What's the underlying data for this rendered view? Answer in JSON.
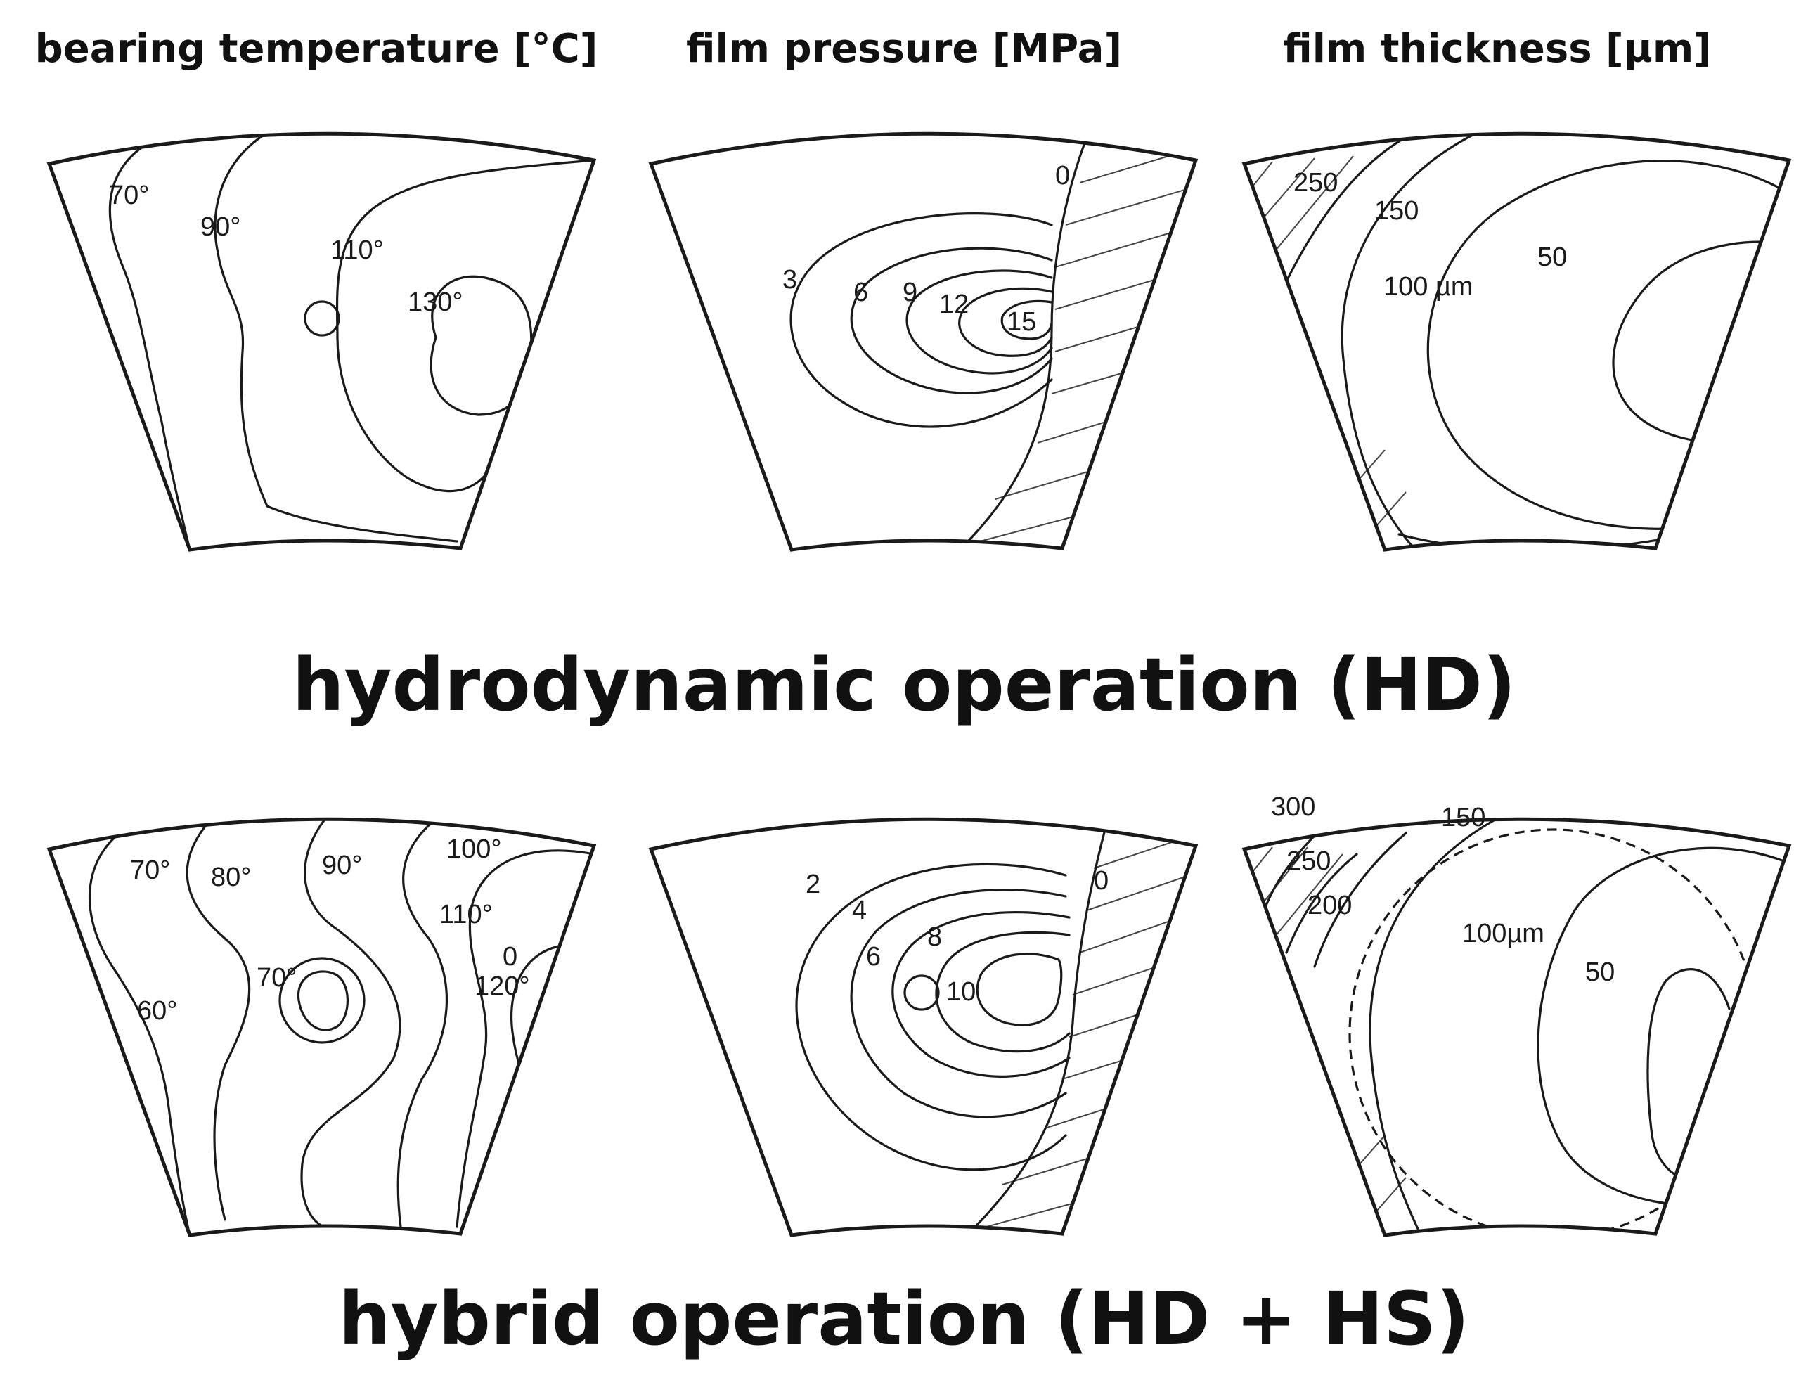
{
  "columns": {
    "temperature": "bearing temperature [°C]",
    "pressure": "film pressure [MPa]",
    "thickness": "film thickness [µm]"
  },
  "rows": {
    "hd": {
      "title": "hydrodynamic operation (HD)",
      "temperature_labels": [
        "70°",
        "90°",
        "110°",
        "130°"
      ],
      "pressure_labels": [
        "0",
        "3",
        "6",
        "9",
        "12",
        "15"
      ],
      "thickness_labels": [
        "250",
        "150",
        "100 µm",
        "50"
      ]
    },
    "hybrid": {
      "title": "hybrid operation (HD + HS)",
      "temperature_labels": [
        "70°",
        "80°",
        "90°",
        "100°",
        "110°",
        "0",
        "120°",
        "70°",
        "60°"
      ],
      "pressure_labels": [
        "2",
        "4",
        "6",
        "8",
        "10",
        "0"
      ],
      "thickness_labels": [
        "300",
        "250",
        "200",
        "150",
        "100µm",
        "50"
      ]
    }
  },
  "colors": {
    "line": "#1a1a1a",
    "background": "#ffffff"
  }
}
